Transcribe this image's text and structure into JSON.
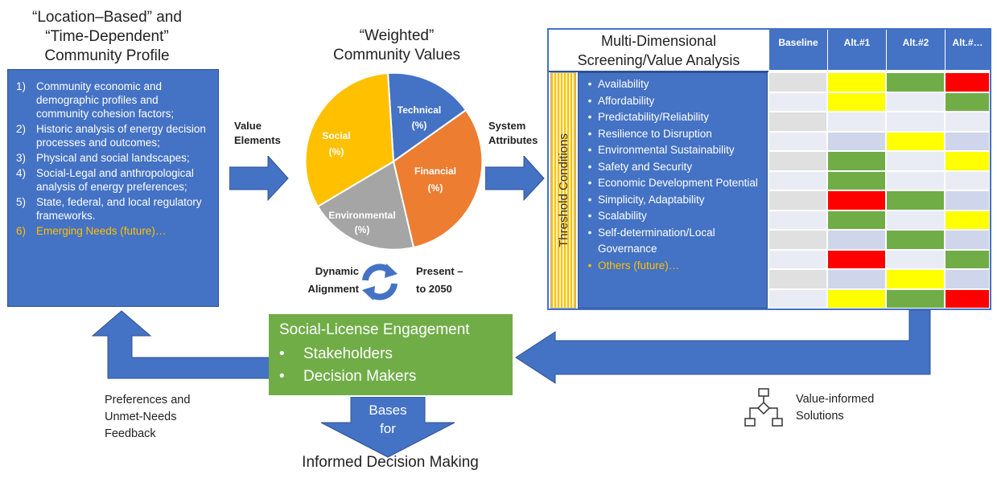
{
  "profile": {
    "title": [
      "“Location–Based” and",
      "“Time-Dependent”",
      "Community Profile"
    ],
    "items": [
      {
        "num": "1)",
        "text": "Community economic and demographic profiles and community cohesion factors;"
      },
      {
        "num": "2)",
        "text": "Historic analysis of energy decision processes and outcomes;"
      },
      {
        "num": "3)",
        "text": "Physical and social landscapes;"
      },
      {
        "num": "4)",
        "text": "Social-Legal and anthropological analysis of energy preferences;"
      },
      {
        "num": "5)",
        "text": "State, federal, and local regulatory frameworks."
      },
      {
        "num": "6)",
        "text": "Emerging Needs (future)…",
        "highlight": true
      }
    ]
  },
  "value_elements_label": [
    "Value",
    "Elements"
  ],
  "weighted": {
    "title": [
      "“Weighted”",
      "Community Values"
    ],
    "slices": [
      {
        "name": "Technical",
        "value": "(%)",
        "color": "#4472c4"
      },
      {
        "name": "Financial",
        "value": "(%)",
        "color": "#ed7d31"
      },
      {
        "name": "Environmental",
        "value": "(%)",
        "color": "#a5a5a5"
      },
      {
        "name": "Social",
        "value": "(%)",
        "color": "#ffc000"
      }
    ]
  },
  "dynamic": {
    "left": [
      "Dynamic",
      "Alignment"
    ],
    "right": [
      "Present –",
      "to 2050"
    ]
  },
  "system_attributes_label": [
    "System",
    "Attributes"
  ],
  "screening": {
    "title": [
      "Multi-Dimensional",
      "Screening/Value Analysis"
    ],
    "threshold_label": "Threshold Conditions",
    "columns": [
      "Baseline",
      "Alt.#1",
      "Alt.#2",
      "Alt.#…"
    ],
    "attributes": [
      {
        "text": "Availability"
      },
      {
        "text": "Affordability"
      },
      {
        "text": "Predictability/Reliability"
      },
      {
        "text": "Resilience to Disruption"
      },
      {
        "text": "Environmental Sustainability"
      },
      {
        "text": "Safety and Security"
      },
      {
        "text": "Economic Development Potential"
      },
      {
        "text": "Simplicity, Adaptability"
      },
      {
        "text": "Scalability"
      },
      {
        "text": "Self-determination/Local Governance"
      },
      {
        "text": "Others (future)…",
        "highlight": true
      }
    ],
    "grid": [
      [
        "gray",
        "yellow",
        "green",
        "red"
      ],
      [
        "white",
        "yellow",
        "white",
        "green"
      ],
      [
        "gray",
        "white",
        "white",
        "white"
      ],
      [
        "white",
        "lightblue",
        "yellow",
        "lightblue"
      ],
      [
        "gray",
        "green",
        "white",
        "yellow"
      ],
      [
        "white",
        "green",
        "white",
        "white"
      ],
      [
        "gray",
        "red",
        "green",
        "lightblue"
      ],
      [
        "white",
        "green",
        "white",
        "yellow"
      ],
      [
        "gray",
        "lightblue",
        "green",
        "lightblue"
      ],
      [
        "white",
        "red",
        "white",
        "green"
      ],
      [
        "gray",
        "lightblue",
        "yellow",
        "lightblue"
      ],
      [
        "white",
        "yellow",
        "green",
        "red"
      ]
    ],
    "colors": {
      "gray": "#e0e0e0",
      "white": "#e9ecf5",
      "lightblue": "#cfd5ea",
      "yellow": "#ffff00",
      "green": "#70ad47",
      "red": "#ff0000"
    }
  },
  "engagement": {
    "title": "Social-License Engagement",
    "items": [
      "Stakeholders",
      "Decision Makers"
    ]
  },
  "bases_label": [
    "Bases",
    "for"
  ],
  "informed_label": "Informed Decision Making",
  "feedback_label": [
    "Preferences and",
    "Unmet-Needs",
    "Feedback"
  ],
  "solutions_label": [
    "Value-informed",
    "Solutions"
  ],
  "colors": {
    "blue": "#4472c4",
    "green": "#70ad47",
    "highlight_text": "#ffc000"
  }
}
